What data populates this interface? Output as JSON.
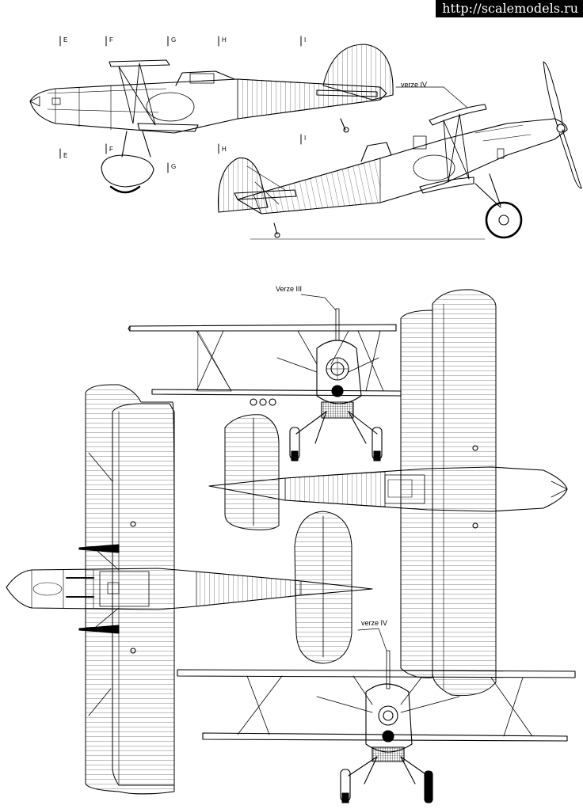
{
  "watermark": "http://scalemodels.ru",
  "callouts": {
    "side_iv": "verze IV",
    "front_iii": "Verze III",
    "front_iv": "verze IV"
  },
  "section_marks": {
    "top_row": [
      "E",
      "F",
      "G",
      "H",
      "I"
    ],
    "bottom_row": [
      "E",
      "F",
      "G",
      "H",
      "I"
    ]
  }
}
